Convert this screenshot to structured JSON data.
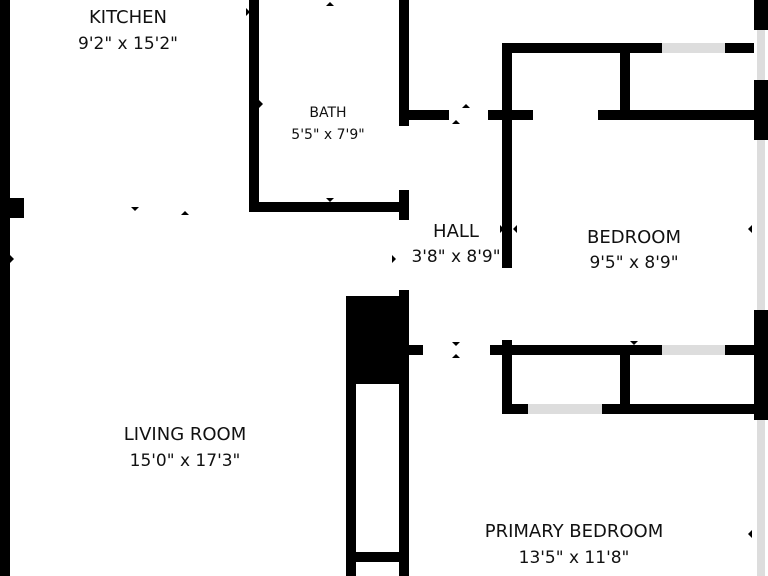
{
  "colors": {
    "wall": "#000000",
    "background": "#ffffff",
    "window": "#dddddd",
    "text": "#111111"
  },
  "rooms": {
    "kitchen": {
      "name": "KITCHEN",
      "dimensions": "9'2\" x 15'2\""
    },
    "bath": {
      "name": "BATH",
      "dimensions": "5'5\" x 7'9\""
    },
    "hall": {
      "name": "HALL",
      "dimensions": "3'8\" x 8'9\""
    },
    "bedroom": {
      "name": "BEDROOM",
      "dimensions": "9'5\" x 8'9\""
    },
    "living_room": {
      "name": "LIVING ROOM",
      "dimensions": "15'0\" x 17'3\""
    },
    "primary_bedroom": {
      "name": "PRIMARY BEDROOM",
      "dimensions": "13'5\" x 11'8\""
    }
  }
}
